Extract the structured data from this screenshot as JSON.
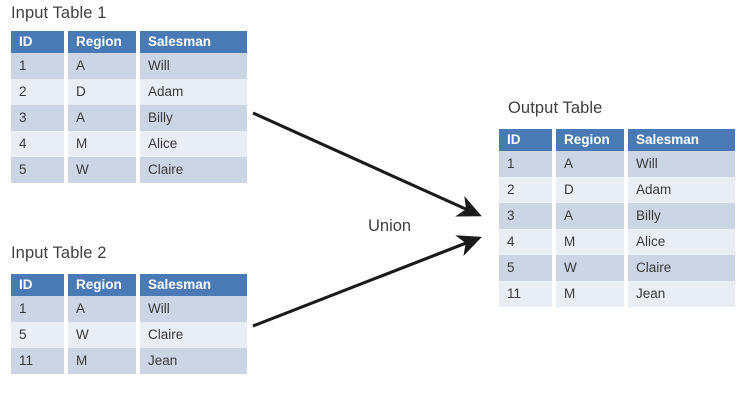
{
  "diagram": {
    "operation_label": "Union",
    "colors": {
      "header_blue": "#4a7ab5",
      "row_dark": "#ccd5e4",
      "row_light": "#e9edf4",
      "text": "#3a3a3a",
      "arrow": "#1a1a1a",
      "background": "#ffffff"
    }
  },
  "input_table_1": {
    "title": "Input Table 1",
    "columns": [
      "ID",
      "Region",
      "Salesman"
    ],
    "rows": [
      [
        "1",
        "A",
        "Will"
      ],
      [
        "2",
        "D",
        "Adam"
      ],
      [
        "3",
        "A",
        "Billy"
      ],
      [
        "4",
        "M",
        "Alice"
      ],
      [
        "5",
        "W",
        "Claire"
      ]
    ]
  },
  "input_table_2": {
    "title": "Input Table 2",
    "columns": [
      "ID",
      "Region",
      "Salesman"
    ],
    "rows": [
      [
        "1",
        "A",
        "Will"
      ],
      [
        "5",
        "W",
        "Claire"
      ],
      [
        "11",
        "M",
        "Jean"
      ]
    ]
  },
  "output_table": {
    "title": "Output Table",
    "columns": [
      "ID",
      "Region",
      "Salesman"
    ],
    "rows": [
      [
        "1",
        "A",
        "Will"
      ],
      [
        "2",
        "D",
        "Adam"
      ],
      [
        "3",
        "A",
        "Billy"
      ],
      [
        "4",
        "M",
        "Alice"
      ],
      [
        "5",
        "W",
        "Claire"
      ],
      [
        "11",
        "M",
        "Jean"
      ]
    ]
  }
}
